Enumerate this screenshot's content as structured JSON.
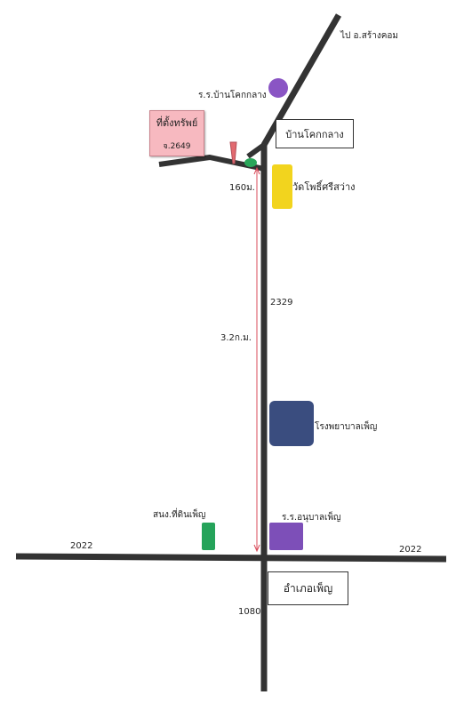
{
  "labels": {
    "to_sang_khom": "ไป อ.สร้างคอม",
    "school_ban_khok_klang": "ร.ร.บ้านโคกกลาง",
    "village_ban_khok_klang": "บ้านโคกกลาง",
    "property_title": "ที่ตั้งทรัพย์",
    "property_id": "จ.2649",
    "dist_160m": "160ม.",
    "temple": "วัดโพธิ์ศรีสว่าง",
    "road_2329": "2329",
    "dist_3_2km": "3.2ก.ม.",
    "hospital": "โรงพยาบาลเพ็ญ",
    "kindergarten": "ร.ร.อนุบาลเพ็ญ",
    "land_office": "สนง.ที่ดินเพ็ญ",
    "road_2022_left": "2022",
    "road_2022_right": "2022",
    "district": "อำเภอเพ็ญ",
    "road_1080": "1080"
  },
  "colors": {
    "road": "#333333",
    "school_circle": "#8a55c4",
    "green_marker": "#2aa65a",
    "temple": "#f2d41e",
    "hospital": "#3a4d7f",
    "kindergarten": "#7d4fb8",
    "land_office": "#25a35a",
    "property_fill": "#f7b9c0",
    "property_pin": "#e26a70",
    "distance_line": "#d84b5a"
  }
}
